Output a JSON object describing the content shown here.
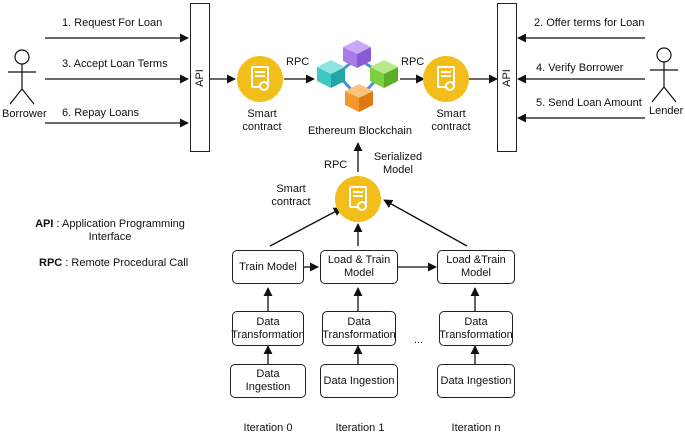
{
  "actors": {
    "borrower": "Borrower",
    "lender": "Lender"
  },
  "api_label": "API",
  "messages": {
    "request_loan": "1. Request For Loan",
    "offer_terms": "2. Offer terms for Loan",
    "accept_terms": "3. Accept Loan Terms",
    "verify_borrower": "4. Verify Borrower",
    "send_amount": "5. Send Loan Amount",
    "repay_loans": "6. Repay Loans"
  },
  "rpc": "RPC",
  "smart_contract": "Smart contract",
  "blockchain_label": "Ethereum Blockchain",
  "serialized_model": "Serialized Model",
  "legend": {
    "api_abbr": "API",
    "api_desc": ": Application Programming Interface",
    "rpc_abbr": "RPC",
    "rpc_desc": ": Remote Procedural Call"
  },
  "pipeline": {
    "train_model": "Train Model",
    "load_train_1": "Load & Train Model",
    "load_train_n": "Load &Train Model",
    "data_transformation": "Data Transformation",
    "data_ingestion": "Data Ingestion",
    "ellipsis": "..."
  },
  "iterations": [
    "Iteration 0",
    "Iteration 1",
    "Iteration n"
  ],
  "colors": {
    "contract_gold": "#f1be1c",
    "cube_purple": "#a77bea",
    "cube_teal": "#3ec7c3",
    "cube_green": "#7ccf3e",
    "cube_orange": "#f5962c",
    "link_blue": "#4a90d9"
  }
}
